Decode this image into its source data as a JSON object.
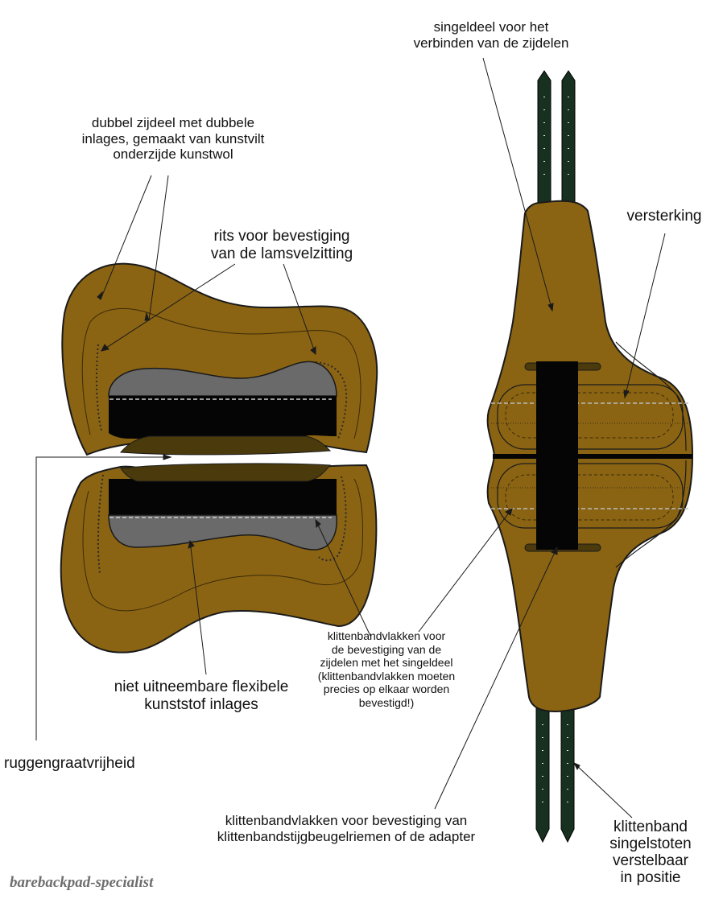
{
  "labels": {
    "side_panel": "dubbel zijdeel met dubbele\ninlages, gemaakt van kunstvilt\nonderzijde kunstwol",
    "zipper": "rits voor bevestiging\nvan de lamsvelzitting",
    "inlays": "niet uitneembare flexibele\nkunststof inlages",
    "spine": "ruggengraatvrijheid",
    "velcro_side": "klittenbandvlakken voor\nde bevestiging van de\nzijdelen met het singeldeel\n(klittenbandvlakken moeten\nprecies op elkaar worden\nbevestigd!)",
    "velcro_adapter": "klittenbandvlakken voor bevestiging van\nklittenbandstijgbeugelriemen of de adapter",
    "girth_part": "singeldeel voor het\nverbinden van de zijdelen",
    "reinforcement": "versterking",
    "velcro_straps": "klittenband\nsingelstoten\nverstelbaar\nin positie"
  },
  "watermark": "barebackpad-specialist",
  "colors": {
    "felt": "#8b6413",
    "felt_dark": "#4a3a0c",
    "inlay": "#6a6a6a",
    "strap": "#17301f",
    "outline": "#1a1a1a"
  }
}
